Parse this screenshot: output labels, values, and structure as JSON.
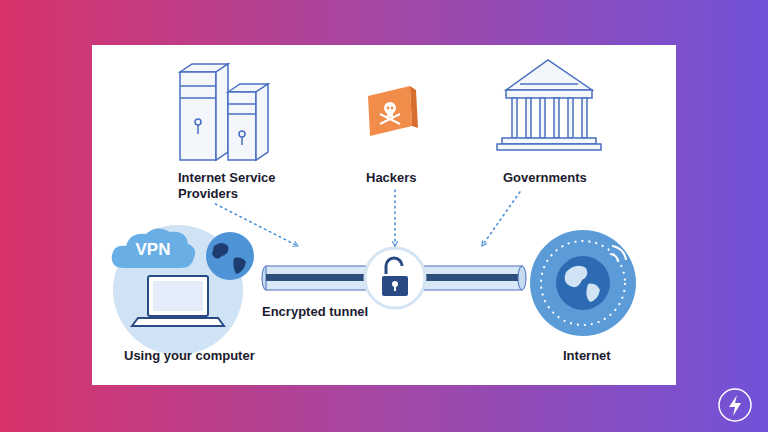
{
  "diagram": {
    "nodes": [
      {
        "text": [
          "Internet Service Providers"
        ]
      },
      {
        "text": [
          "Hackers"
        ]
      },
      {
        "text": [
          "Governments"
        ]
      },
      {
        "text": [
          "Using your computer"
        ]
      },
      {
        "text": [
          "VPN"
        ],
        "in": 3
      },
      {
        "text": [
          "Encrypted tunnel"
        ]
      },
      {
        "text": [
          "Internet"
        ]
      }
    ],
    "edges": [
      {
        "from": 0,
        "to": 5,
        "arrow": "to"
      },
      {
        "from": 1,
        "to": 5,
        "arrow": "to"
      },
      {
        "from": 2,
        "to": 5,
        "arrow": "to"
      }
    ]
  }
}
